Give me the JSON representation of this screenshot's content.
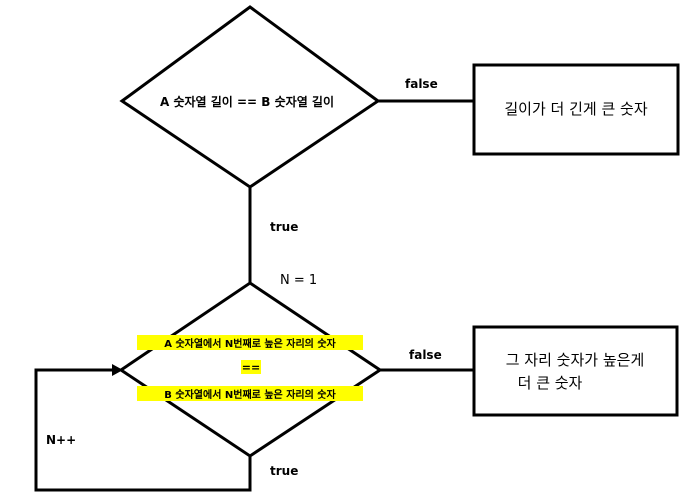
{
  "flowchart": {
    "decision1": {
      "label": "A 숫자열 길이 == B 숫자열 길이"
    },
    "edge1_false_label": "false",
    "result1": {
      "label": "길이가 더 긴게 큰 숫자"
    },
    "edge1_true_label": "true",
    "init_label": "N = 1",
    "decision2": {
      "line1": "A 숫자열에서 N번째로 높은 자리의 숫자",
      "line2": "==",
      "line3": "B 숫자열에서 N번째로 높은 자리의 숫자"
    },
    "edge2_false_label": "false",
    "result2": {
      "line1": "그 자리 숫자가 높은게",
      "line2": "더 큰 숫자"
    },
    "edge2_true_label": "true",
    "loop_label": "N++"
  },
  "colors": {
    "stroke": "#000000",
    "highlight": "#ffff00",
    "background": "#ffffff"
  }
}
